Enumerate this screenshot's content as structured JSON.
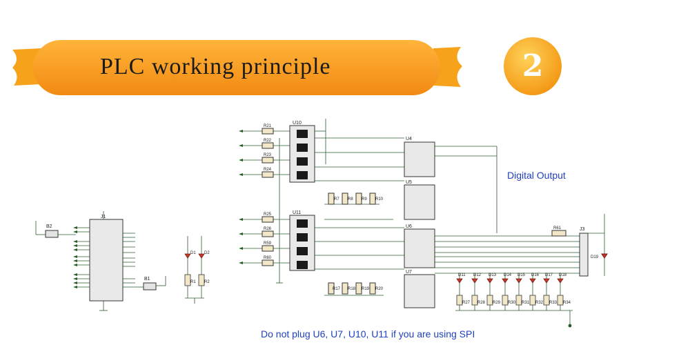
{
  "title": "PLC working principle",
  "badge": "2",
  "schematic": {
    "section_label": "Digital Output",
    "note": "Do not plug U6, U7, U10, U11 if you are using SPI",
    "chips": {
      "u10": "U10",
      "u11": "U11",
      "u4": "U4",
      "u5": "U5",
      "u6": "U6",
      "u7": "U7",
      "j1": "J1",
      "j3": "J3",
      "b1": "B1",
      "b2": "B2",
      "d19": "D19"
    },
    "resistors_left": [
      "R21",
      "R22",
      "R23",
      "R24",
      "R25",
      "R26",
      "R59",
      "R60"
    ],
    "pulldowns_top": [
      "R7",
      "R8",
      "R9",
      "R10"
    ],
    "pulldowns_bottom": [
      "R17",
      "R18",
      "R19",
      "R20"
    ],
    "led_labels": [
      "D11",
      "D12",
      "D13",
      "D14",
      "D15",
      "D16",
      "D17",
      "D18"
    ],
    "led_resistors": [
      "R27",
      "R28",
      "R29",
      "R30",
      "R31",
      "R32",
      "R33",
      "R34"
    ],
    "status_leds": [
      "D1",
      "D2"
    ],
    "status_resistors": [
      "R1",
      "R2"
    ],
    "r61": "R61"
  }
}
